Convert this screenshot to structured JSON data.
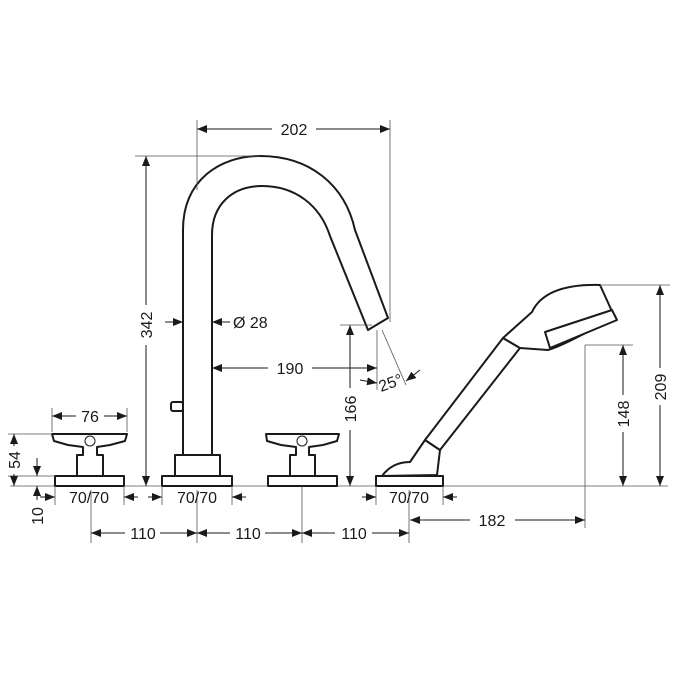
{
  "dimensions": {
    "spout_reach": "202",
    "total_height": "342",
    "pipe_diameter": "Ø 28",
    "spout_to_shower": "190",
    "spout_angle": "25°",
    "spout_outlet_height": "166",
    "shower_outlet_height": "148",
    "shower_total_height": "209",
    "shower_reach": "182",
    "spacing_1": "110",
    "spacing_2": "110",
    "spacing_3": "110",
    "handle_width": "76",
    "handle_height": "54",
    "plate_height": "10",
    "plate_left": "70/70",
    "plate_spout": "70/70",
    "plate_shower": "70/70"
  }
}
